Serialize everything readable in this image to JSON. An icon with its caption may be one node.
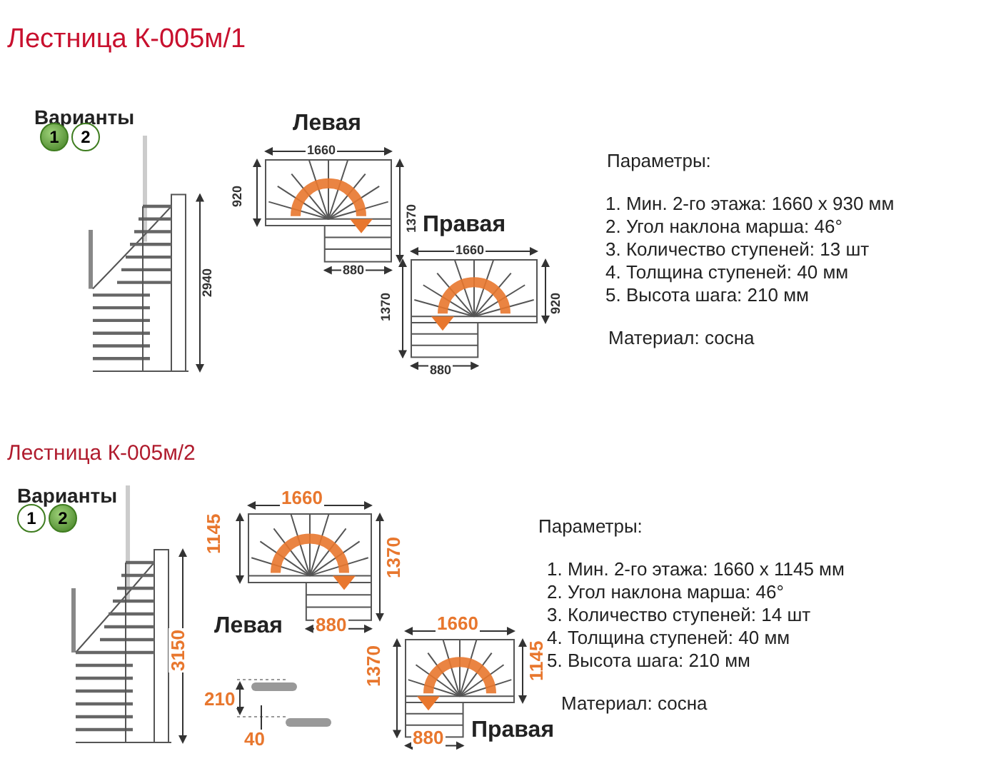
{
  "diagram": {
    "nodes": [
      {
        "text": [
          "1"
        ]
      },
      {
        "text": [
          "2"
        ]
      },
      {
        "text": [
          "1"
        ]
      },
      {
        "text": [
          "2"
        ]
      }
    ],
    "labels": [
      "Лестница К-005м/1",
      "Варианты",
      "Левая",
      "1660",
      "920",
      "1370",
      "880",
      "2940",
      "Правая",
      "1660",
      "1370",
      "920",
      "880",
      "Параметры:",
      "1. Мин. 2-го этажа: 1660 х 930 мм",
      "2. Угол наклона марша: 46°",
      "3. Количество ступеней: 13 шт",
      "4. Толщина ступеней: 40 мм",
      "5. Высота шага: 210 мм",
      "Материал: сосна",
      "Лестница К-005м/2",
      "Варианты",
      "1660",
      "1145",
      "1370",
      "Левая",
      "880",
      "3150",
      "210",
      "40",
      "1660",
      "1370",
      "1145",
      "880",
      "Правая",
      "Параметры:",
      "1. Мин. 2-го этажа: 1660 х 1145 мм",
      "2. Угол наклона марша: 46°",
      "3. Количество ступеней: 14 шт",
      "4. Толщина ступеней: 40 мм",
      "5. Высота шага: 210 мм",
      "Материал: сосна"
    ]
  }
}
